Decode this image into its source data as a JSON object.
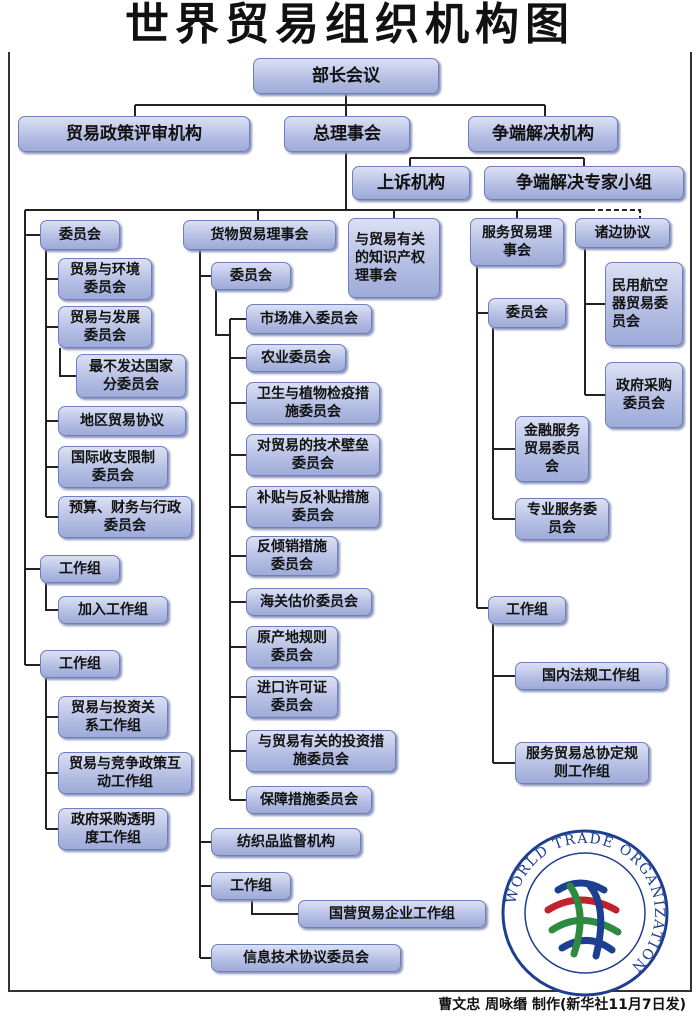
{
  "title": "世界贸易组织机构图",
  "credit": "曹文忠  周咏缗  制作(新华社11月7日发)",
  "logo_text": "WORLD TRADE ORGANIZATION",
  "colors": {
    "box_top": "#dbe0f3",
    "box_bottom": "#9eaad8",
    "box_border": "#6f7fbb",
    "logo_blue": "#1d3f8f",
    "logo_red": "#c2202b",
    "logo_green": "#2d8a3e"
  },
  "top": {
    "ministerial": "部长会议",
    "trade_policy_review": "贸易政策评审机构",
    "general_council": "总理事会",
    "dispute_settlement": "争端解决机构",
    "appellate": "上诉机构",
    "dispute_panels": "争端解决专家小组"
  },
  "left": {
    "committees": "委员会",
    "items": [
      "贸易与环境委员会",
      "贸易与发展委员会",
      "最不发达国家分委员会",
      "地区贸易协议",
      "国际收支限制委员会",
      "预算、财务与行政委员会"
    ],
    "working_group1": "工作组",
    "accession": "加入工作组",
    "working_group2": "工作组",
    "wg_items": [
      "贸易与投资关系工作组",
      "贸易与竞争政策互动工作组",
      "政府采购透明度工作组"
    ]
  },
  "goods": {
    "council": "货物贸易理事会",
    "committees": "委员会",
    "items": [
      "市场准入委员会",
      "农业委员会",
      "卫生与植物检疫措施委员会",
      "对贸易的技术壁垒委员会",
      "补贴与反补贴措施委员会",
      "反倾销措施委员会",
      "海关估价委员会",
      "原产地规则委员会",
      "进口许可证委员会",
      "与贸易有关的投资措施委员会",
      "保障措施委员会"
    ],
    "textiles": "纺织品监督机构",
    "working_group": "工作组",
    "state_trading": "国营贸易企业工作组",
    "ita": "信息技术协议委员会"
  },
  "trips": "与贸易有关的知识产权理事会",
  "services": {
    "council": "服务贸易理事会",
    "committees": "委员会",
    "financial": "金融服务贸易委员会",
    "professional": "专业服务委员会",
    "working_group": "工作组",
    "domestic_regulation": "国内法规工作组",
    "gats_rules": "服务贸易总协定规则工作组"
  },
  "plurilateral": {
    "label": "诸边协议",
    "civil_aircraft": "民用航空器贸易委员会",
    "gov_procurement": "政府采购委员会"
  }
}
